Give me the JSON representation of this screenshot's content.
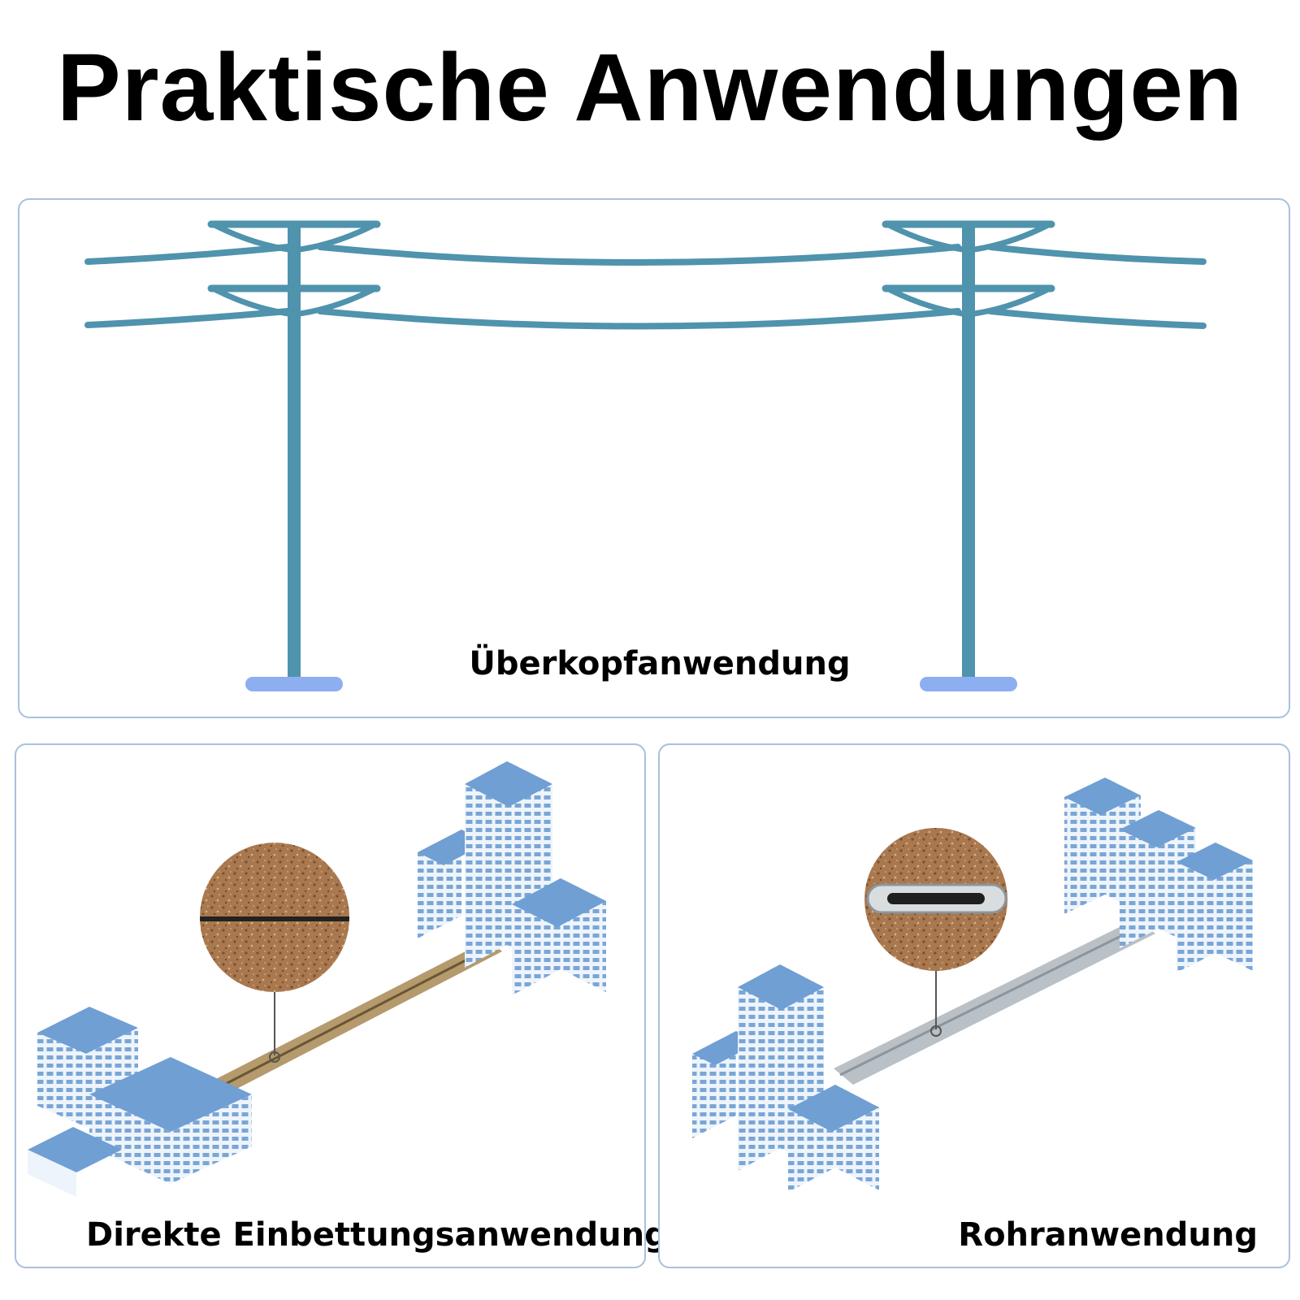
{
  "page": {
    "title": "Praktische Anwendungen"
  },
  "panels": {
    "overhead": {
      "label": "Überkopfanwendung"
    },
    "direct": {
      "label": "Direkte Einbettungsanwendung"
    },
    "conduit": {
      "label": "Rohranwendung"
    }
  },
  "colors": {
    "pole": "#4f93ad",
    "pole_base": "#8eaef2",
    "panel_border": "#a9c1dc",
    "building_roof": "#6f9fd3",
    "building_wall": "#eef4fb",
    "window": "#7aa6d6",
    "soil": "#a9784e",
    "conduit": "#b9c0c6"
  }
}
